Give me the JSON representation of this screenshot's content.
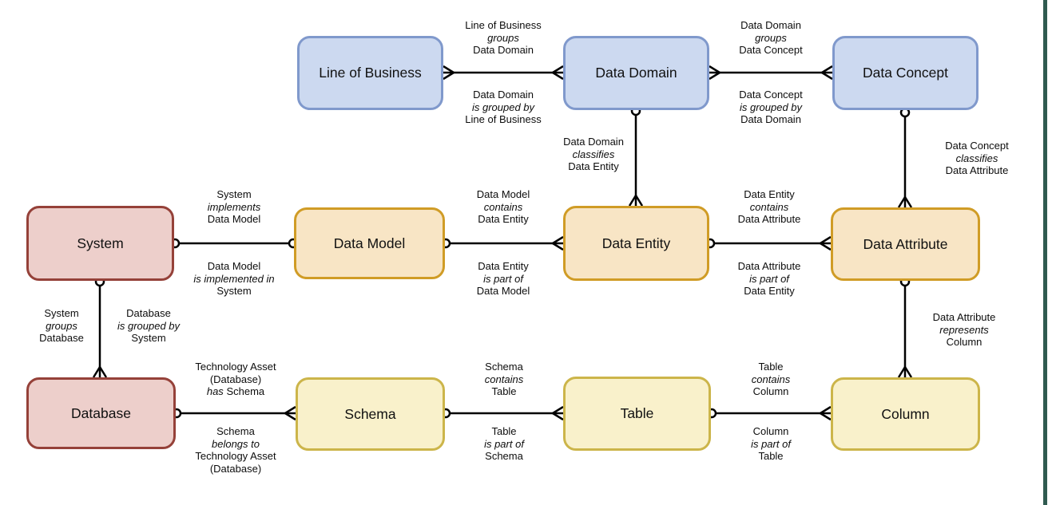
{
  "colors": {
    "background": "#ffffff",
    "line": "#000000",
    "text": "#0d0d0d",
    "blue_fill": "#ccd9f0",
    "blue_border": "#8099cc",
    "red_fill": "#edcfcb",
    "red_border": "#954139",
    "orange_fill": "#f8e5c5",
    "orange_border": "#d09c26",
    "yellow_fill": "#f9f1cb",
    "yellow_border": "#ccb54a",
    "right_edge_bar": "#2f5a50"
  },
  "entities": {
    "line_of_business": {
      "label": "Line of Business",
      "color_group": "blue"
    },
    "data_domain": {
      "label": "Data Domain",
      "color_group": "blue"
    },
    "data_concept": {
      "label": "Data Concept",
      "color_group": "blue"
    },
    "system": {
      "label": "System",
      "color_group": "red"
    },
    "data_model": {
      "label": "Data Model",
      "color_group": "orange"
    },
    "data_entity": {
      "label": "Data Entity",
      "color_group": "orange"
    },
    "data_attribute": {
      "label": "Data Attribute",
      "color_group": "orange"
    },
    "database": {
      "label": "Database",
      "color_group": "red"
    },
    "schema": {
      "label": "Schema",
      "color_group": "yellow"
    },
    "table": {
      "label": "Table",
      "color_group": "yellow"
    },
    "column": {
      "label": "Column",
      "color_group": "yellow"
    }
  },
  "relationships": {
    "lob_dd": {
      "from": "Line of Business",
      "to": "Data Domain",
      "from_marker": "crow-foot-many",
      "to_marker": "crow-foot-many",
      "top": [
        "Line of Business",
        "groups",
        "Data Domain"
      ],
      "bottom": [
        "Data Domain",
        "is grouped by",
        "Line of Business"
      ]
    },
    "dd_dc": {
      "from": "Data Domain",
      "to": "Data Concept",
      "from_marker": "crow-foot-many",
      "to_marker": "crow-foot-many",
      "top": [
        "Data Domain",
        "groups",
        "Data Concept"
      ],
      "bottom": [
        "Data Concept",
        "is grouped by",
        "Data Domain"
      ]
    },
    "dd_de": {
      "from": "Data Domain",
      "to": "Data Entity",
      "from_marker": "circle",
      "to_marker": "crow-foot-many",
      "label": [
        "Data Domain",
        "classifies",
        "Data Entity"
      ]
    },
    "dc_da": {
      "from": "Data Concept",
      "to": "Data Attribute",
      "from_marker": "circle",
      "to_marker": "crow-foot-many",
      "label": [
        "Data Concept",
        "classifies",
        "Data Attribute"
      ]
    },
    "sys_dm": {
      "from": "System",
      "to": "Data Model",
      "from_marker": "circle",
      "to_marker": "circle",
      "top": [
        "System",
        "implements",
        "Data Model"
      ],
      "bottom": [
        "Data Model",
        "is implemented in",
        "System"
      ]
    },
    "dm_de": {
      "from": "Data Model",
      "to": "Data Entity",
      "from_marker": "circle",
      "to_marker": "crow-foot-many",
      "top": [
        "Data Model",
        "contains",
        "Data Entity"
      ],
      "bottom": [
        "Data Entity",
        "is part of",
        "Data Model"
      ]
    },
    "de_da": {
      "from": "Data Entity",
      "to": "Data Attribute",
      "from_marker": "circle",
      "to_marker": "crow-foot-many",
      "top": [
        "Data Entity",
        "contains",
        "Data Attribute"
      ],
      "bottom": [
        "Data Attribute",
        "is part of",
        "Data Entity"
      ]
    },
    "sys_db": {
      "from": "System",
      "to": "Database",
      "from_marker": "circle",
      "to_marker": "crow-foot-many",
      "left": [
        "System",
        "groups",
        "Database"
      ],
      "right": [
        "Database",
        "is grouped by",
        "System"
      ]
    },
    "da_col": {
      "from": "Data Attribute",
      "to": "Column",
      "from_marker": "circle",
      "to_marker": "crow-foot-many",
      "label": [
        "Data Attribute",
        "represents",
        "Column"
      ]
    },
    "db_schema": {
      "from": "Database",
      "to": "Schema",
      "from_marker": "circle",
      "to_marker": "crow-foot-many",
      "top": [
        "Technology Asset",
        "(Database)",
        "has",
        "Schema"
      ],
      "bottom": [
        "Schema",
        "belongs to",
        "Technology Asset",
        "(Database)"
      ]
    },
    "schema_table": {
      "from": "Schema",
      "to": "Table",
      "from_marker": "circle",
      "to_marker": "crow-foot-many",
      "top": [
        "Schema",
        "contains",
        "Table"
      ],
      "bottom": [
        "Table",
        "is part of",
        "Schema"
      ]
    },
    "table_col": {
      "from": "Table",
      "to": "Column",
      "from_marker": "circle",
      "to_marker": "crow-foot-many",
      "top": [
        "Table",
        "contains",
        "Column"
      ],
      "bottom": [
        "Column",
        "is part of",
        "Table"
      ]
    }
  }
}
